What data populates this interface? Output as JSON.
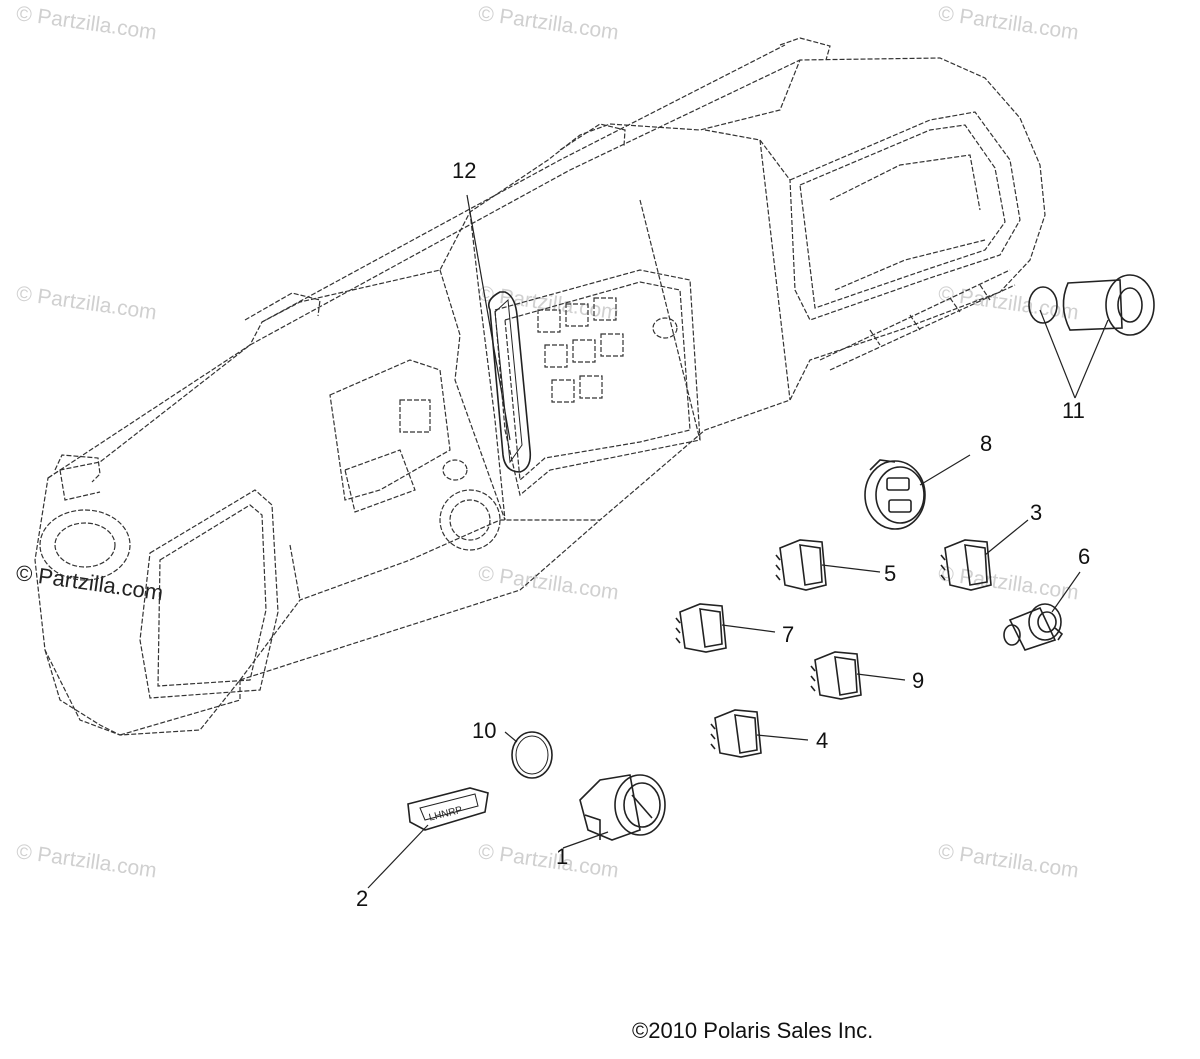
{
  "watermark": "© Partzilla.com",
  "copyright": "©2010 Polaris Sales Inc.",
  "callouts": [
    "1",
    "2",
    "3",
    "4",
    "5",
    "6",
    "7",
    "8",
    "9",
    "10",
    "11",
    "12"
  ],
  "colors": {
    "line": "#333333",
    "watermark": "#d0d0d0"
  }
}
